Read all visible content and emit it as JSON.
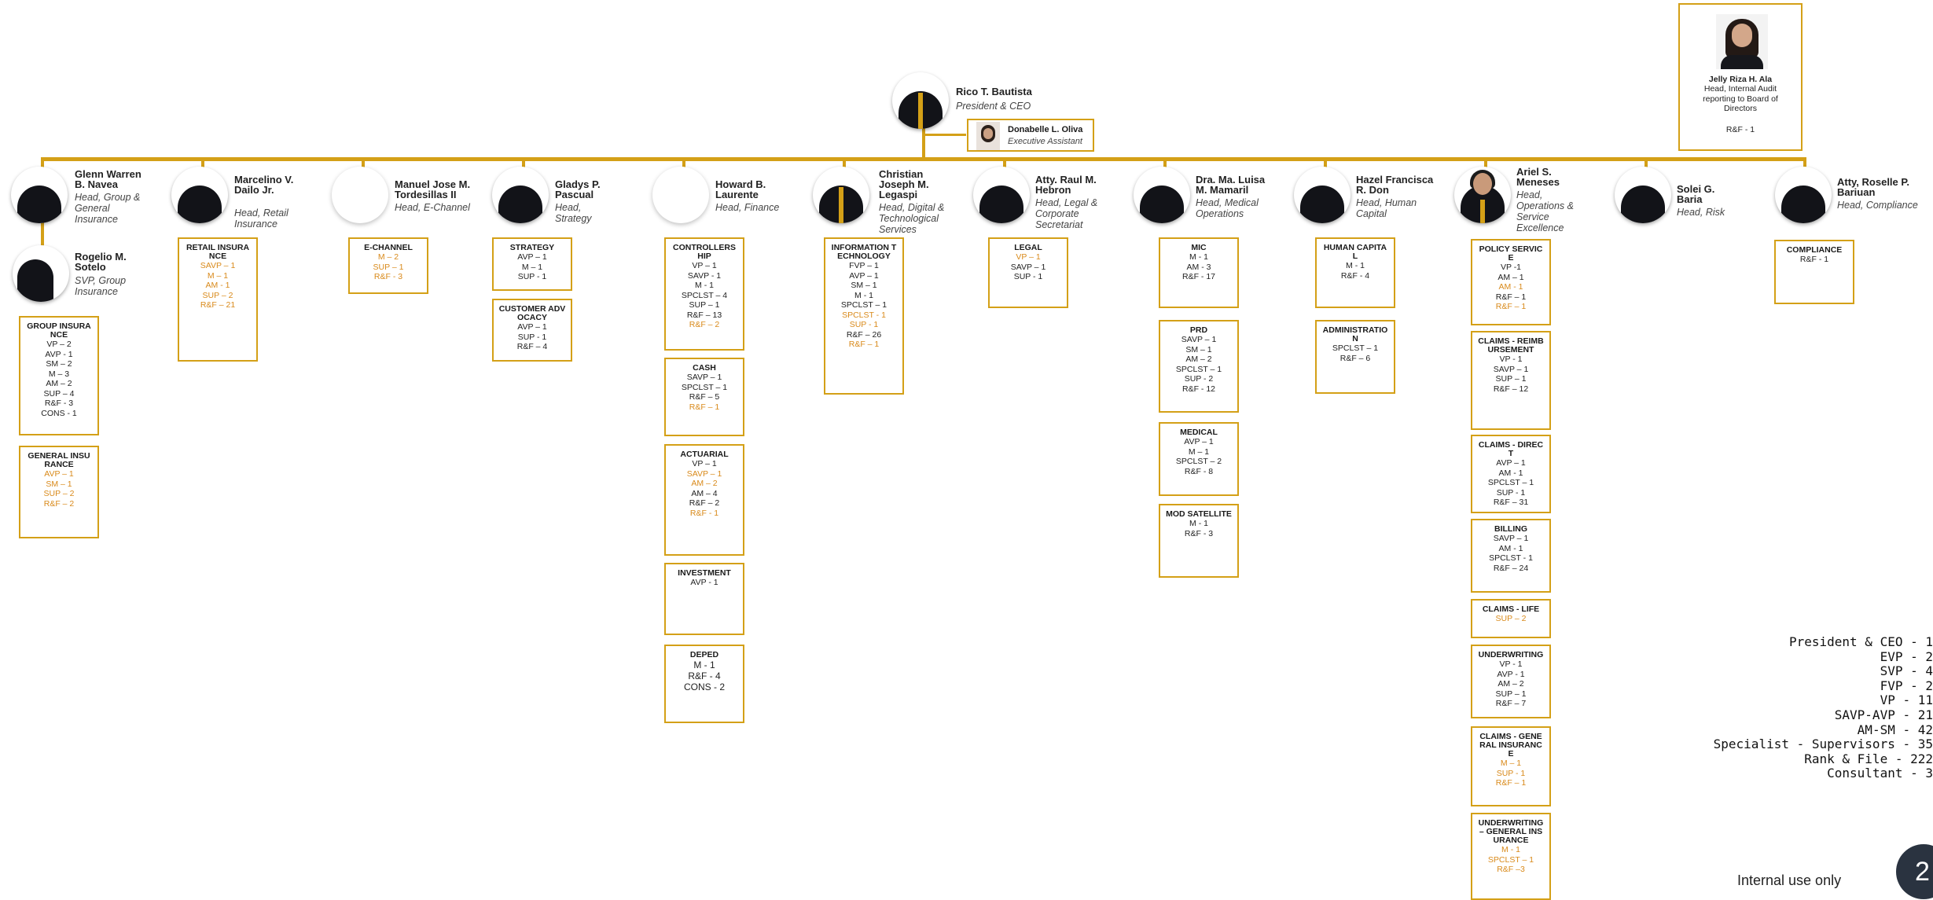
{
  "ceo": {
    "name": "Rico T. Bautista",
    "title": "President & CEO"
  },
  "assistant": {
    "name": "Donabelle L. Oliva",
    "title": "Executive Assistant"
  },
  "audit": {
    "name": "Jelly Riza H. Ala",
    "title": "Head, Internal Audit reporting to Board of Directors",
    "count": "R&F - 1"
  },
  "heads": [
    {
      "name": "Glenn Warren B. Navea",
      "title": "Head, Group & General Insurance"
    },
    {
      "name": "Marcelino V. Dailo Jr.",
      "title": "Head, Retail Insurance"
    },
    {
      "name": "Manuel Jose M. Tordesillas II",
      "title": "Head, E-Channel"
    },
    {
      "name": "Gladys P. Pascual",
      "title": "Head, Strategy"
    },
    {
      "name": "Howard B. Laurente",
      "title": "Head, Finance"
    },
    {
      "name": "Christian Joseph M. Legaspi",
      "title": "Head, Digital & Technological Services"
    },
    {
      "name": "Atty. Raul M. Hebron",
      "title": "Head, Legal & Corporate Secretariat"
    },
    {
      "name": "Dra. Ma. Luisa M. Mamaril",
      "title": "Head, Medical Operations"
    },
    {
      "name": "Hazel Francisca R. Don",
      "title": "Head, Human Capital"
    },
    {
      "name": "Ariel S. Meneses",
      "title": "Head, Operations & Service Excellence"
    },
    {
      "name": "Solei G. Baria",
      "title": "Head, Risk"
    },
    {
      "name": "Atty, Roselle P. Bariuan",
      "title": "Head, Compliance"
    }
  ],
  "svp": {
    "name": "Rogelio M. Sotelo",
    "title": "SVP, Group Insurance"
  },
  "units": [
    {
      "title": "GROUP INSURANCE",
      "lines": [
        {
          "t": "VP – 2"
        },
        {
          "t": "AVP - 1"
        },
        {
          "t": "SM – 2"
        },
        {
          "t": "M – 3"
        },
        {
          "t": "AM – 2"
        },
        {
          "t": "SUP – 4"
        },
        {
          "t": "R&F - 3"
        },
        {
          "t": "CONS - 1"
        }
      ]
    },
    {
      "title": "GENERAL INSURANCE",
      "lines": [
        {
          "t": "AVP – 1",
          "o": 1
        },
        {
          "t": "SM – 1",
          "o": 1
        },
        {
          "t": "SUP – 2",
          "o": 1
        },
        {
          "t": "R&F – 2",
          "o": 1
        }
      ]
    },
    {
      "title": "RETAIL INSURANCE",
      "lines": [
        {
          "t": "SAVP – 1",
          "o": 1
        },
        {
          "t": "M – 1",
          "o": 1
        },
        {
          "t": "AM - 1",
          "o": 1
        },
        {
          "t": "SUP – 2",
          "o": 1
        },
        {
          "t": "R&F – 21",
          "o": 1
        }
      ]
    },
    {
      "title": "E-CHANNEL",
      "lines": [
        {
          "t": "M – 2",
          "o": 1
        },
        {
          "t": "SUP – 1",
          "o": 1
        },
        {
          "t": "R&F - 3",
          "o": 1
        }
      ]
    },
    {
      "title": "STRATEGY",
      "lines": [
        {
          "t": "AVP – 1"
        },
        {
          "t": "M – 1"
        },
        {
          "t": "SUP - 1"
        }
      ]
    },
    {
      "title": "CUSTOMER ADVOCACY",
      "lines": [
        {
          "t": "AVP – 1"
        },
        {
          "t": "SUP - 1"
        },
        {
          "t": "R&F – 4"
        }
      ]
    },
    {
      "title": "CONTROLLERSHIP",
      "lines": [
        {
          "t": "VP – 1"
        },
        {
          "t": "SAVP - 1"
        },
        {
          "t": "M - 1"
        },
        {
          "t": "SPCLST – 4"
        },
        {
          "t": "SUP – 1"
        },
        {
          "t": "R&F – 13"
        },
        {
          "t": "R&F – 2",
          "o": 1
        }
      ]
    },
    {
      "title": "CASH",
      "lines": [
        {
          "t": "SAVP – 1"
        },
        {
          "t": "SPCLST – 1"
        },
        {
          "t": "R&F – 5"
        },
        {
          "t": "R&F – 1",
          "o": 1
        }
      ]
    },
    {
      "title": "ACTUARIAL",
      "lines": [
        {
          "t": "VP – 1"
        },
        {
          "t": "SAVP – 1",
          "o": 1
        },
        {
          "t": "AM – 2",
          "o": 1
        },
        {
          "t": "AM – 4"
        },
        {
          "t": "R&F – 2"
        },
        {
          "t": "R&F - 1",
          "o": 1
        }
      ]
    },
    {
      "title": "INVESTMENT",
      "lines": [
        {
          "t": "AVP - 1"
        }
      ]
    },
    {
      "title": "DEPED",
      "lines": [
        {
          "t": "M - 1"
        },
        {
          "t": "R&F - 4"
        },
        {
          "t": "CONS - 2"
        }
      ]
    },
    {
      "title": "INFORMATION TECHNOLOGY",
      "lines": [
        {
          "t": "FVP – 1"
        },
        {
          "t": "AVP – 1"
        },
        {
          "t": "SM – 1"
        },
        {
          "t": "M - 1"
        },
        {
          "t": "SPCLST – 1"
        },
        {
          "t": "SPCLST - 1",
          "o": 1
        },
        {
          "t": "SUP - 1",
          "o": 1
        },
        {
          "t": "R&F – 26"
        },
        {
          "t": "R&F – 1",
          "o": 1
        }
      ]
    },
    {
      "title": "LEGAL",
      "lines": [
        {
          "t": "VP – 1",
          "o": 1
        },
        {
          "t": "SAVP – 1"
        },
        {
          "t": "SUP - 1"
        }
      ]
    },
    {
      "title": "MIC",
      "lines": [
        {
          "t": "M - 1"
        },
        {
          "t": "AM - 3"
        },
        {
          "t": "R&F - 17"
        }
      ]
    },
    {
      "title": "PRD",
      "lines": [
        {
          "t": "SAVP – 1"
        },
        {
          "t": "SM – 1"
        },
        {
          "t": "AM – 2"
        },
        {
          "t": "SPCLST – 1"
        },
        {
          "t": "SUP - 2"
        },
        {
          "t": "R&F - 12"
        }
      ]
    },
    {
      "title": "MEDICAL",
      "lines": [
        {
          "t": "AVP – 1"
        },
        {
          "t": "M – 1"
        },
        {
          "t": "SPCLST – 2"
        },
        {
          "t": "R&F - 8"
        }
      ]
    },
    {
      "title": "MOD SATELLITE",
      "lines": [
        {
          "t": "M - 1"
        },
        {
          "t": "R&F - 3"
        }
      ]
    },
    {
      "title": "HUMAN CAPITAL",
      "lines": [
        {
          "t": "M - 1"
        },
        {
          "t": "R&F - 4"
        }
      ]
    },
    {
      "title": "ADMINISTRATION",
      "lines": [
        {
          "t": "SPCLST – 1"
        },
        {
          "t": "R&F – 6"
        }
      ]
    },
    {
      "title": "POLICY SERVICE",
      "lines": [
        {
          "t": "VP -1"
        },
        {
          "t": "AM – 1"
        },
        {
          "t": "AM - 1",
          "o": 1
        },
        {
          "t": "R&F – 1"
        },
        {
          "t": "R&F – 1",
          "o": 1
        }
      ]
    },
    {
      "title": "CLAIMS - REIMBURSEMENT",
      "lines": [
        {
          "t": "VP - 1"
        },
        {
          "t": "SAVP – 1"
        },
        {
          "t": "SUP – 1"
        },
        {
          "t": "R&F – 12"
        }
      ]
    },
    {
      "title": "CLAIMS - DIRECT",
      "lines": [
        {
          "t": "AVP – 1"
        },
        {
          "t": "AM - 1"
        },
        {
          "t": "SPCLST – 1"
        },
        {
          "t": "SUP - 1"
        },
        {
          "t": "R&F – 31"
        }
      ]
    },
    {
      "title": "BILLING",
      "lines": [
        {
          "t": "SAVP – 1"
        },
        {
          "t": "AM - 1"
        },
        {
          "t": "SPCLST - 1"
        },
        {
          "t": "R&F – 24"
        }
      ]
    },
    {
      "title": "CLAIMS - LIFE",
      "lines": [
        {
          "t": "SUP – 2",
          "o": 1
        }
      ]
    },
    {
      "title": "UNDERWRITING",
      "lines": [
        {
          "t": "VP - 1"
        },
        {
          "t": "AVP - 1"
        },
        {
          "t": "AM – 2"
        },
        {
          "t": "SUP – 1"
        },
        {
          "t": "R&F – 7"
        }
      ]
    },
    {
      "title": "CLAIMS - GENERAL INSURANCE",
      "lines": [
        {
          "t": "M – 1",
          "o": 1
        },
        {
          "t": "SUP - 1",
          "o": 1
        },
        {
          "t": "R&F – 1",
          "o": 1
        }
      ]
    },
    {
      "title": "UNDERWRITING – GENERAL INSURANCE",
      "lines": [
        {
          "t": "M - 1",
          "o": 1
        },
        {
          "t": "SPCLST – 1",
          "o": 1
        },
        {
          "t": "R&F –3",
          "o": 1
        }
      ]
    },
    {
      "title": "COMPLIANCE",
      "lines": [
        {
          "t": "R&F - 1"
        }
      ]
    }
  ],
  "summary": [
    "President & CEO - 1",
    "EVP - 2",
    "SVP - 4",
    "FVP - 2",
    "VP - 11",
    "SAVP-AVP - 21",
    "AM-SM - 42",
    "Specialist - Supervisors - 35",
    "Rank & File - 222",
    "Consultant - 3"
  ],
  "footer": "Internal use only",
  "page_number": "2"
}
